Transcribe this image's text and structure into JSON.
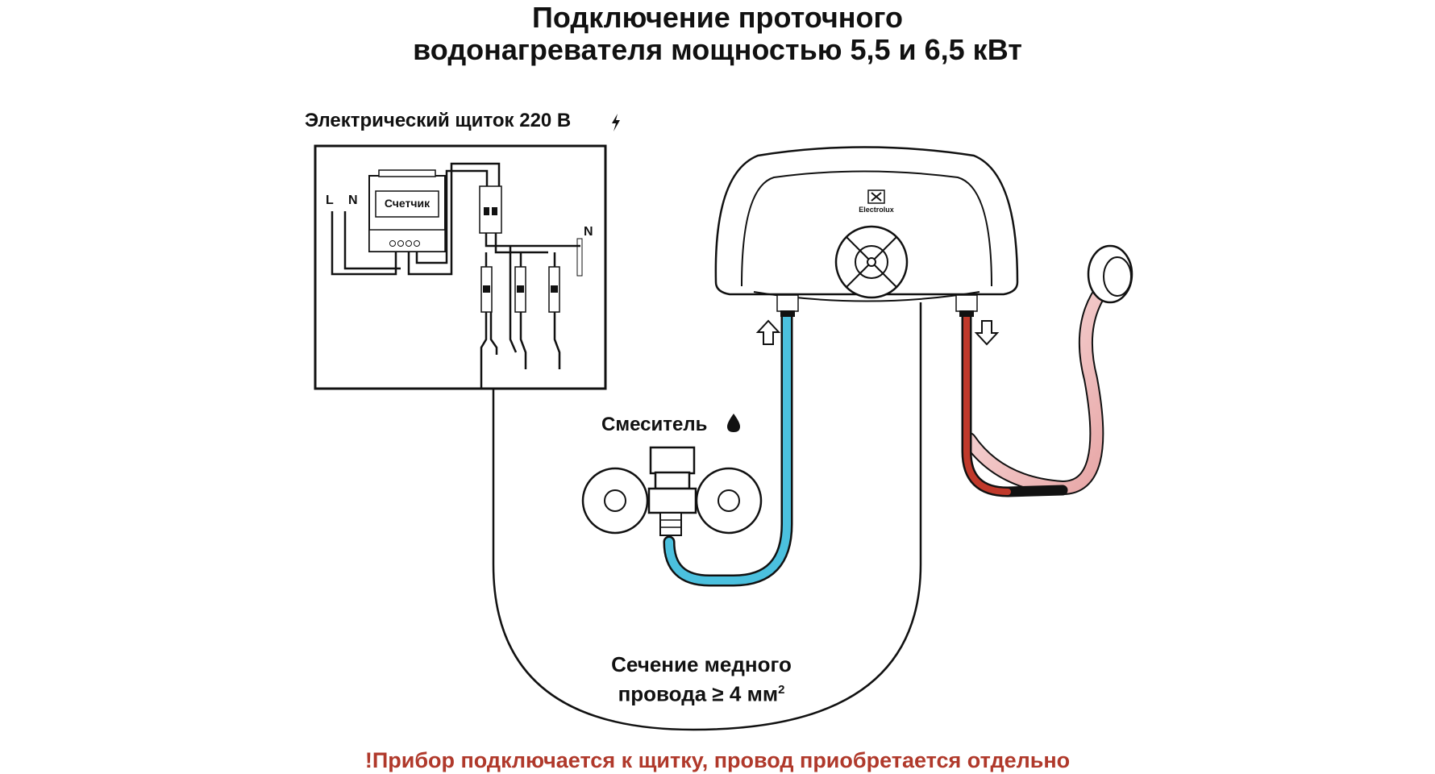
{
  "title": {
    "line1": "Подключение проточного",
    "line2": "водонагревателя мощностью 5,5 и 6,5 кВт"
  },
  "panel": {
    "label": "Электрический щиток 220 В",
    "meter_label": "Счетчик",
    "l_label": "L",
    "n_label": "N",
    "n_bus_label": "N"
  },
  "mixer": {
    "label": "Смеситель"
  },
  "heater": {
    "brand": "Electrolux"
  },
  "wire": {
    "line1": "Сечение медного",
    "line2_prefix": "провода ≥ 4 мм",
    "line2_sup": "2"
  },
  "note": "!Прибор подключается к щитку, провод приобретается отдельно",
  "colors": {
    "cold_pipe": "#4bc0de",
    "hot_pipe": "#c0392b",
    "note_text": "#b0392b",
    "shower_hose": "#f2c9c9"
  },
  "icons": [
    "lightning-icon",
    "water-drop-icon",
    "arrow-up-icon",
    "arrow-down-icon",
    "electrolux-logo-icon"
  ]
}
